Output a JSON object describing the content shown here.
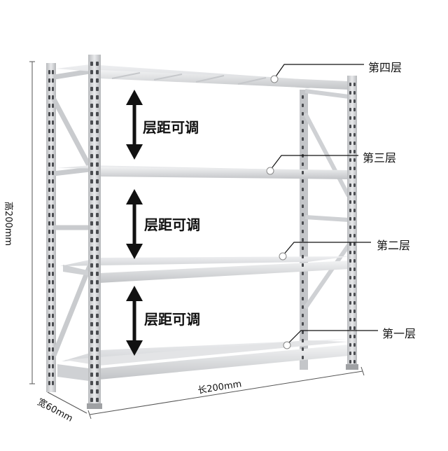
{
  "shelf_labels": {
    "fourth": "第四层",
    "third": "第三层",
    "second": "第二层",
    "first": "第一层"
  },
  "spacing_labels": [
    "层距可调",
    "层距可调",
    "层距可调"
  ],
  "dimensions": {
    "height": "高200mm",
    "length": "长200mm",
    "width": "宽60mm"
  },
  "colors": {
    "frame": "#d9dadc",
    "frame_shadow": "#a9abaf",
    "hole": "#4a4c50",
    "text": "#111111",
    "arrow": "#111111"
  }
}
